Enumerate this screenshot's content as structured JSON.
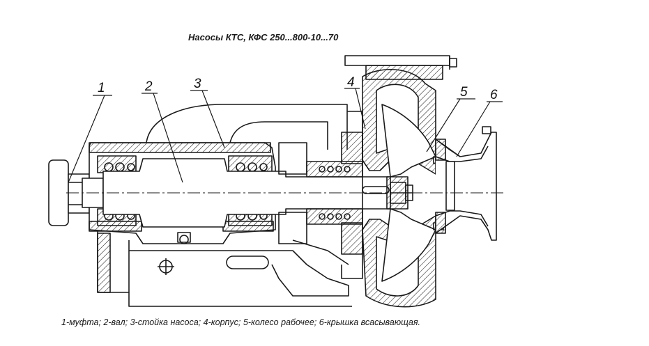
{
  "title": "Насосы КТС, КФС 250...800-10...70",
  "caption": "1-муфта; 2-вал; 3-стойка насоса; 4-корпус; 5-колесо рабочее; 6-крышка всасывающая.",
  "callouts": [
    "1",
    "2",
    "3",
    "4",
    "5",
    "6"
  ],
  "colors": {
    "ink": "#1a1a1a",
    "paper": "#ffffff"
  }
}
